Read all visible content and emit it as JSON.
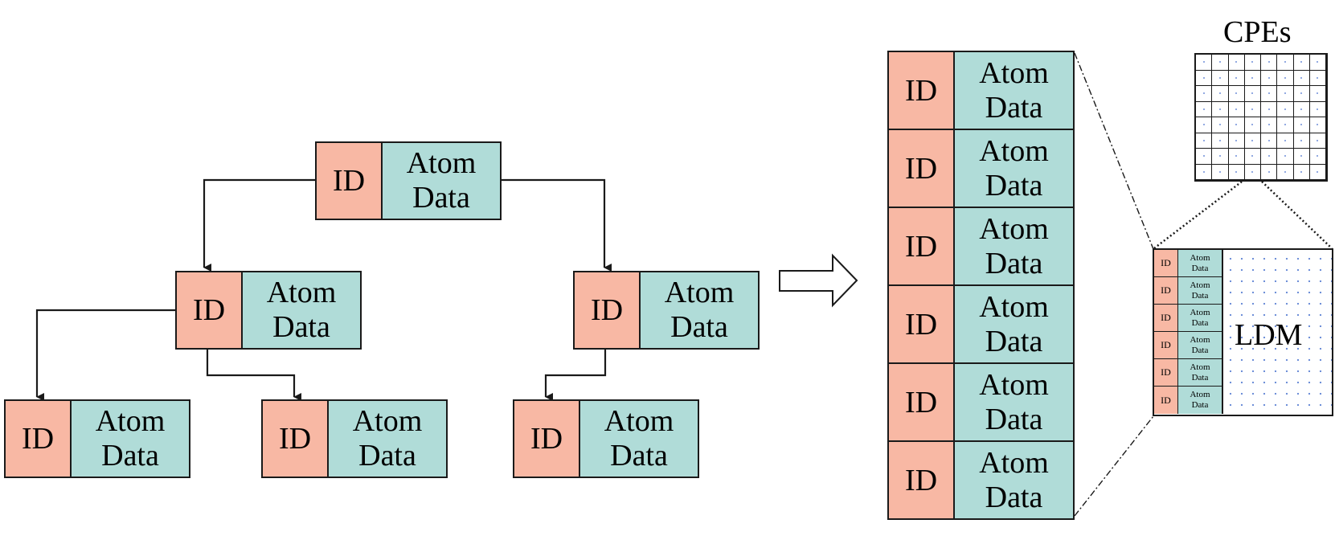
{
  "tree": {
    "nodes": [
      {
        "id_label": "ID",
        "data_line1": "Atom",
        "data_line2": "Data"
      },
      {
        "id_label": "ID",
        "data_line1": "Atom",
        "data_line2": "Data"
      },
      {
        "id_label": "ID",
        "data_line1": "Atom",
        "data_line2": "Data"
      },
      {
        "id_label": "ID",
        "data_line1": "Atom",
        "data_line2": "Data"
      },
      {
        "id_label": "ID",
        "data_line1": "Atom",
        "data_line2": "Data"
      },
      {
        "id_label": "ID",
        "data_line1": "Atom",
        "data_line2": "Data"
      }
    ]
  },
  "array": {
    "items": [
      {
        "id_label": "ID",
        "data_line1": "Atom",
        "data_line2": "Data"
      },
      {
        "id_label": "ID",
        "data_line1": "Atom",
        "data_line2": "Data"
      },
      {
        "id_label": "ID",
        "data_line1": "Atom",
        "data_line2": "Data"
      },
      {
        "id_label": "ID",
        "data_line1": "Atom",
        "data_line2": "Data"
      },
      {
        "id_label": "ID",
        "data_line1": "Atom",
        "data_line2": "Data"
      },
      {
        "id_label": "ID",
        "data_line1": "Atom",
        "data_line2": "Data"
      }
    ]
  },
  "cpes": {
    "title": "CPEs",
    "rows": 8,
    "cols": 8
  },
  "ldm": {
    "label": "LDM",
    "items": [
      {
        "id_label": "ID",
        "data_line1": "Atom",
        "data_line2": "Data"
      },
      {
        "id_label": "ID",
        "data_line1": "Atom",
        "data_line2": "Data"
      },
      {
        "id_label": "ID",
        "data_line1": "Atom",
        "data_line2": "Data"
      },
      {
        "id_label": "ID",
        "data_line1": "Atom",
        "data_line2": "Data"
      },
      {
        "id_label": "ID",
        "data_line1": "Atom",
        "data_line2": "Data"
      },
      {
        "id_label": "ID",
        "data_line1": "Atom",
        "data_line2": "Data"
      }
    ]
  },
  "colors": {
    "id_fill": "#f8b8a4",
    "data_fill": "#b0dcd8",
    "dot": "#6f8fd8",
    "stroke": "#1a1a1a"
  }
}
